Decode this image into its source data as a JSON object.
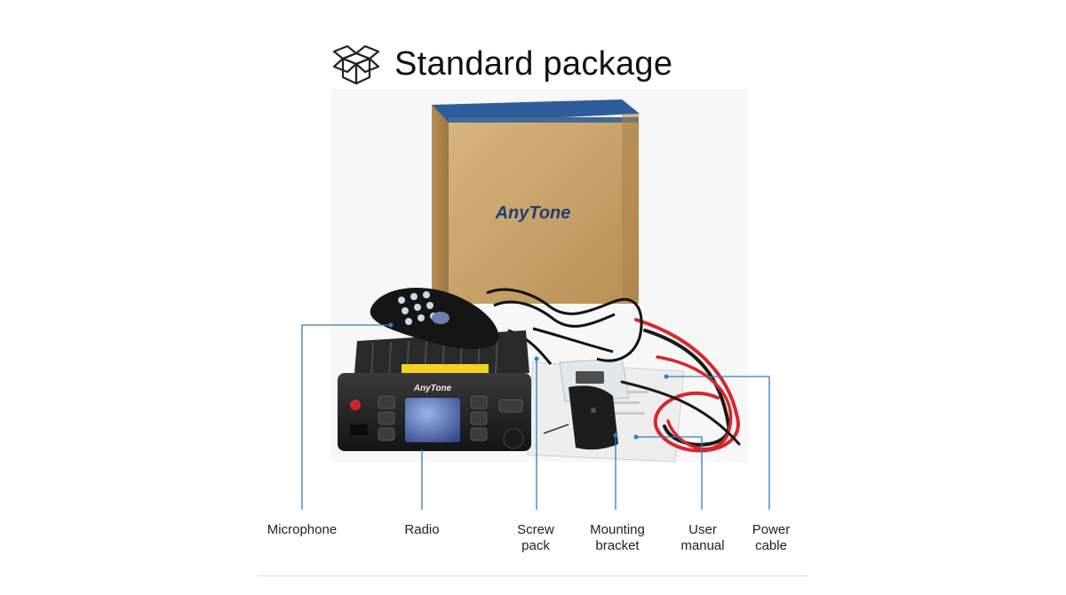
{
  "header": {
    "title": "Standard package",
    "icon": "open-box-icon"
  },
  "box": {
    "brand": "AnyTone"
  },
  "radio": {
    "brand": "AnyTone"
  },
  "callouts": [
    {
      "id": "microphone",
      "label": "Microphone"
    },
    {
      "id": "radio",
      "label": "Radio"
    },
    {
      "id": "screw-pack",
      "line1": "Screw",
      "line2": "pack"
    },
    {
      "id": "mounting-bracket",
      "line1": "Mounting",
      "line2": "bracket"
    },
    {
      "id": "user-manual",
      "line1": "User",
      "line2": "manual"
    },
    {
      "id": "power-cable",
      "line1": "Power",
      "line2": "cable"
    }
  ],
  "colors": {
    "callout_line": "#2f7fc1",
    "box_cardboard": "#c9a46a",
    "box_blue": "#2d5d9a",
    "power_cable_red": "#d8262c"
  }
}
